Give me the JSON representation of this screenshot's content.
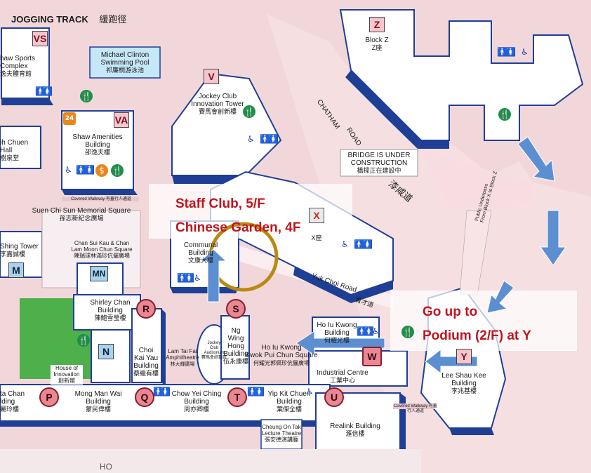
{
  "map": {
    "jogging_track": {
      "en": "JOGGING TRACK",
      "zh": "緩跑徑"
    },
    "swimming_pool": {
      "en": "Michael Clinton Swimming Pool",
      "zh": "祁廉桐游泳池"
    },
    "vs": {
      "letter": "VS",
      "en1": "haw Sports",
      "en2": "Complex",
      "zh": "逸夫體育館"
    },
    "va": {
      "letter": "VA",
      "en1": "Shaw Amenities",
      "en2": "Building",
      "zh": "邵逸夫樓"
    },
    "hall": {
      "en": "ih Chuen Hall",
      "zh": "樹泉堂"
    },
    "v": {
      "letter": "V",
      "en1": "Jockey Club",
      "en2": "Innovation Tower",
      "zh": "賽馬會創新樓"
    },
    "z": {
      "letter": "Z",
      "en": "Block Z",
      "zh": "Z座"
    },
    "x": {
      "letter": "X",
      "zh": "X座"
    },
    "chatham_road": {
      "en1": "CHATHAM",
      "en2": "ROAD",
      "zh": "漆咸道"
    },
    "bridge": {
      "en1": "BRIDGE IS UNDER",
      "en2": "CONSTRUCTION",
      "zh": "橋樑正在建設中"
    },
    "covered_walkway_1": "Covered Walkway  有蓋行人通道",
    "covered_walkway_2": "Covered Walkway  有蓋行人通道",
    "suen_chi_sun": {
      "en": "Suen Chi Sun Memorial Square",
      "zh": "孫志新紀念廣場"
    },
    "chan_sui_kau": {
      "en1": "Chan Sui Kau & Chan",
      "en2": "Lam Moon Chun Square",
      "zh": "陳瑞球林滿珍伉儷廣場"
    },
    "m": {
      "letter": "M",
      "en": "Shing Tower",
      "zh": "李嘉誠樓"
    },
    "mn": {
      "letter": "MN"
    },
    "n": {
      "letter": "N"
    },
    "house_of_innovation": {
      "en1": "House of",
      "en2": "Innovation",
      "zh": "創新館"
    },
    "communal": {
      "en1": "Communal",
      "en2": "Building",
      "zh": "文康大樓"
    },
    "shirley_chan": {
      "en1": "Shirley Chan",
      "en2": "Building",
      "zh": "陳鮑雪瑩樓"
    },
    "choi_kai_yau": {
      "en1": "Choi",
      "en2": "Kai Yau",
      "en3": "Building",
      "zh": "蔡繼有樓"
    },
    "lam_tai_fai": {
      "en1": "Lam Tai Fai",
      "en2": "Amphitheatre",
      "zh": "林大輝廣場"
    },
    "jockey_auditorium": {
      "en1": "Jockey",
      "en2": "Club",
      "en3": "Auditorium",
      "zh": "賽馬會綜藝館"
    },
    "ng_wing_hong": {
      "en1": "Ng",
      "en2": "Wing",
      "en3": "Hong",
      "en4": "Building",
      "zh": "伍永康樓"
    },
    "yuk_choi_road": {
      "en": "Yuk Choi Road",
      "zh": "育才道"
    },
    "ho_iu_kwong": {
      "en1": "Ho Iu Kwong",
      "en2": "Building",
      "zh": "何耀光樓"
    },
    "kwok_pui_chun": {
      "en1": "Ho Iu Kwong",
      "en2": "Kwok Pui Chun Square",
      "zh": "何耀光郭佩珍伉儷廣場"
    },
    "industrial_centre": {
      "en": "Industrial Centre",
      "zh": "工業中心"
    },
    "public_underpass": {
      "en1": "Public Underpass",
      "en2": "From Block X to Block Z"
    },
    "lee_shau_kee": {
      "letter": "Y",
      "en1": "Lee Shau Kee",
      "en2": "Building",
      "zh": "李兆基樓"
    },
    "chan_bldg": {
      "en1": "ta Chan",
      "en2": "lding",
      "zh": "麗玲樓"
    },
    "mong_man_wai": {
      "en1": "Mong Man Wai",
      "en2": "Building",
      "zh": "蒙民偉樓"
    },
    "chow_yei_ching": {
      "en1": "Chow Yei Ching",
      "en2": "Building",
      "zh": "周亦卿樓"
    },
    "yip_kit_chuen": {
      "en1": "Yip Kit Chuen",
      "en2": "Building",
      "zh": "葉傑全樓"
    },
    "cheung_on_tak": {
      "en1": "Cheung On Tak",
      "en2": "Lecture Theatre",
      "zh": "張安德演講廳"
    },
    "realink": {
      "en1": "Realink Building",
      "zh": "滙信樓"
    },
    "bottom_cut": "HO",
    "circles": {
      "p": "P",
      "q": "Q",
      "r": "R",
      "s": "S",
      "t": "T",
      "u": "U",
      "w": "W"
    }
  },
  "annotations": {
    "staff_club": "Staff Club, 5/F",
    "chinese_garden": "Chinese Garden, 4F",
    "go_up_1": "Go up to",
    "go_up_2": "Podium (2/F) at Y"
  },
  "icons": {
    "restroom": "toilet-icon",
    "accessible": "wheelchair-icon",
    "dining": "dining-icon",
    "atm": "dollar-icon",
    "open24": "24-hour-icon"
  },
  "text_24": "24",
  "colors": {
    "background": "#f2d7da",
    "building_top": "#ffffff",
    "building_side": "#1f3f96",
    "annotation_red": "#c0141c",
    "arrow_blue": "#5b8fd2",
    "ring_gold": "#b98a12",
    "lawn": "#4db04a",
    "pool": "#c6e7f8"
  }
}
